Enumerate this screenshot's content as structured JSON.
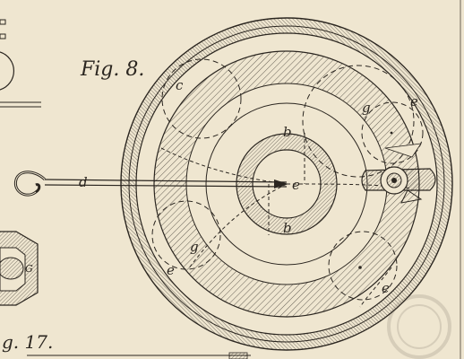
{
  "plate": {
    "figure_title": "Fig. 8.",
    "other_figure_title": "g. 17.",
    "part_letters": {
      "b_top": "b",
      "b_bottom": "b",
      "c_top": "c",
      "c_top_right": "e",
      "d": "d",
      "e_center": "e",
      "g_top": "g",
      "g_bottom": "g",
      "e_bottom_left": "e",
      "e_bottom_right": "e",
      "left_fig_letter": "G"
    }
  },
  "colors": {
    "paper": "#efe6d0",
    "ink": "#2b2620"
  }
}
